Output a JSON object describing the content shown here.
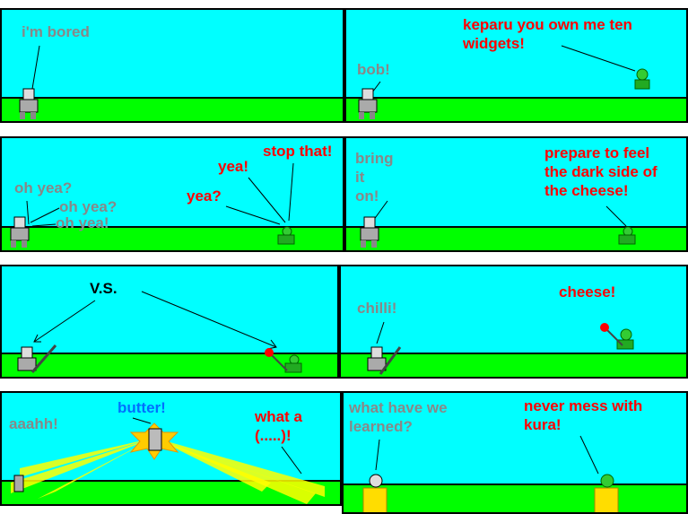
{
  "panels": [
    {
      "id": 1,
      "texts": [
        {
          "key": "t1",
          "text": "i'm bored",
          "color": "gray"
        }
      ]
    },
    {
      "id": 2,
      "texts": [
        {
          "key": "t1",
          "text": "keparu you own me ten\nwidgets!",
          "color": "red"
        },
        {
          "key": "t2",
          "text": "bob!",
          "color": "gray"
        }
      ]
    },
    {
      "id": 3,
      "texts": [
        {
          "key": "t1",
          "text": "stop that!",
          "color": "red"
        },
        {
          "key": "t2",
          "text": "yea!",
          "color": "red"
        },
        {
          "key": "t3",
          "text": "yea?",
          "color": "red"
        },
        {
          "key": "t4",
          "text": "oh yea?",
          "color": "gray"
        },
        {
          "key": "t5",
          "text": "oh yea?",
          "color": "gray"
        },
        {
          "key": "t6",
          "text": "oh yea!",
          "color": "gray"
        }
      ]
    },
    {
      "id": 4,
      "texts": [
        {
          "key": "t1",
          "text": "bring\nit\non!",
          "color": "gray"
        },
        {
          "key": "t2",
          "text": "prepare to feel\nthe dark side of\nthe cheese!",
          "color": "red"
        }
      ]
    },
    {
      "id": 5,
      "texts": [
        {
          "key": "t1",
          "text": "V.S.",
          "color": "black"
        }
      ]
    },
    {
      "id": 6,
      "texts": [
        {
          "key": "t1",
          "text": "chilli!",
          "color": "gray"
        },
        {
          "key": "t2",
          "text": "cheese!",
          "color": "red"
        }
      ]
    },
    {
      "id": 7,
      "texts": [
        {
          "key": "t1",
          "text": "butter!",
          "color": "blue"
        },
        {
          "key": "t2",
          "text": "aaahh!",
          "color": "gray"
        },
        {
          "key": "t3",
          "text": "what a\n(.....)!",
          "color": "red"
        }
      ]
    },
    {
      "id": 8,
      "texts": [
        {
          "key": "t1",
          "text": "what have we\nlearned?",
          "color": "gray"
        },
        {
          "key": "t2",
          "text": "never mess with\nkura!",
          "color": "red"
        }
      ]
    }
  ],
  "colors": {
    "sky": "#00ffff",
    "grass": "#00ff00",
    "red_text": "#ff0000",
    "gray_text": "#888888",
    "blue_text": "#0070ff"
  },
  "characters": [
    "gray-robot-icon",
    "green-frog-icon",
    "sword-icon",
    "axe-icon",
    "explosion-icon",
    "gold-pillar-icon"
  ]
}
